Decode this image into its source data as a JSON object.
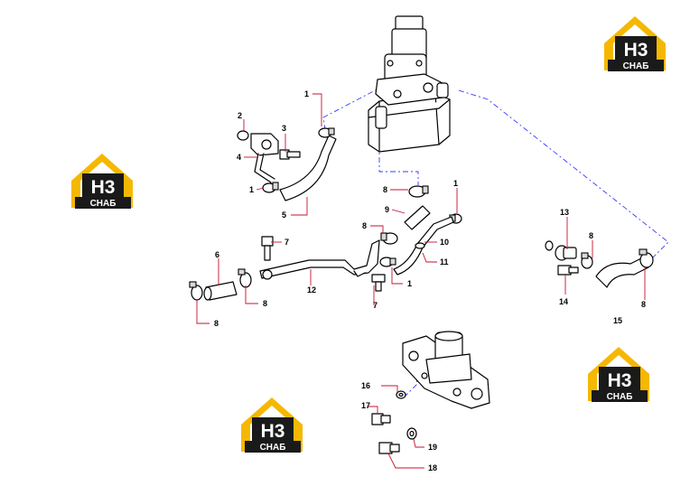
{
  "brand": {
    "h3": "Н3",
    "name": "СНАБ",
    "colors": {
      "yellow": "#f5b800",
      "black": "#1a1a1a",
      "white": "#ffffff"
    }
  },
  "colors": {
    "leader": "#c8102e",
    "dash": "#3a3aff",
    "outline": "#000000"
  },
  "callouts": {
    "c1a": "1",
    "c2": "2",
    "c3": "3",
    "c4": "4",
    "c1b": "1",
    "c5": "5",
    "c8a": "8",
    "c9": "9",
    "c1c": "1",
    "c8b": "8",
    "c10": "10",
    "c11": "11",
    "c7a": "7",
    "c6": "6",
    "c12": "12",
    "c8c": "8",
    "c8d": "8",
    "c7b": "7",
    "c1d": "1",
    "c13": "13",
    "c8e": "8",
    "c14": "14",
    "c15": "15",
    "c8f": "8",
    "c16": "16",
    "c17": "17",
    "c19": "19",
    "c18": "18"
  }
}
